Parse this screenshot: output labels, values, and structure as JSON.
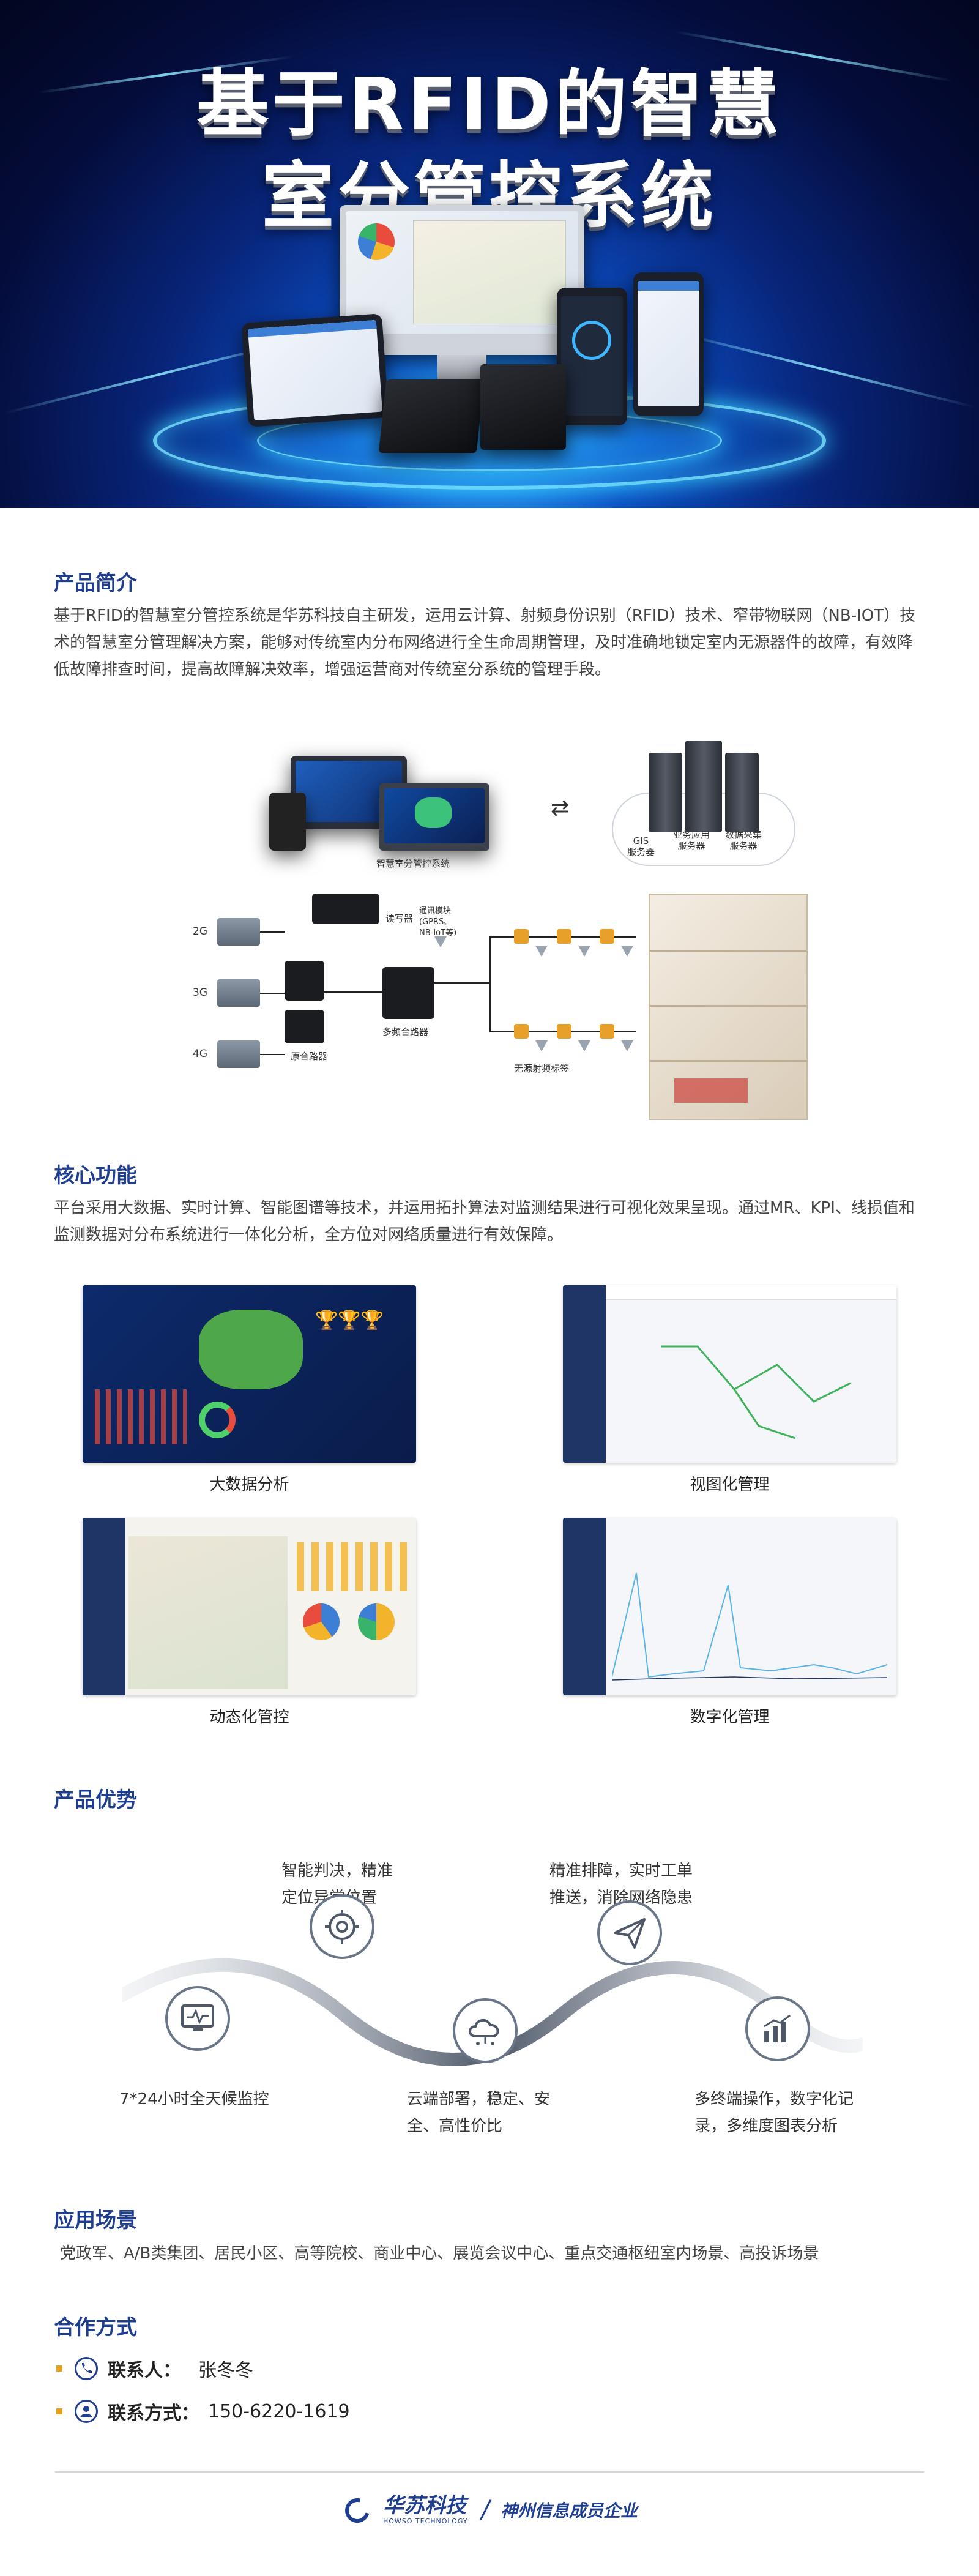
{
  "hero": {
    "title_line1": "基于RFID的智慧",
    "title_line2": "室分管控系统"
  },
  "intro": {
    "heading": "产品简介",
    "body": "基于RFID的智慧室分管控系统是华苏科技自主研发，运用云计算、射频身份识别（RFID）技术、窄带物联网（NB-IOT）技术的智慧室分管理解决方案，能够对传统室内分布网络进行全生命周期管理，及时准确地锁定室内无源器件的故障，有效降低故障排查时间，提高故障解决效率，增强运营商对传统室分系统的管理手段。"
  },
  "diagram": {
    "system_label": "智慧室分管控系统",
    "server_gis": "GIS\n服务器",
    "server_app": "业务应用\n服务器",
    "server_data": "数据采集\n服务器",
    "reader_label": "读写器",
    "comm_label": "通讯模块\n(GPRS、\nNB-IoT等)",
    "band_2g": "2G",
    "band_3g": "3G",
    "band_4g": "4G",
    "combiner_label": "原合路器",
    "multi_combiner_label": "多频合路器",
    "tag_label": "无源射频标签"
  },
  "core": {
    "heading": "核心功能",
    "body": "平台采用大数据、实时计算、智能图谱等技术，并运用拓扑算法对监测结果进行可视化效果呈现。通过MR、KPI、线损值和监测数据对分布系统进行一体化分析，全方位对网络质量进行有效保障。",
    "features": [
      {
        "caption": "大数据分析"
      },
      {
        "caption": "视图化管理"
      },
      {
        "caption": "动态化管控"
      },
      {
        "caption": "数字化管理"
      }
    ]
  },
  "advantages": {
    "heading": "产品优势",
    "items": [
      {
        "text": "7*24小时全天候监控",
        "icon": "monitor-icon"
      },
      {
        "text": "智能判决，精准\n定位异常位置",
        "icon": "target-icon"
      },
      {
        "text": "云端部署，稳定、安\n全、高性价比",
        "icon": "cloud-icon"
      },
      {
        "text": "精准排障，实时工单\n推送，消除网络隐患",
        "icon": "send-icon"
      },
      {
        "text": "多终端操作，数字化记\n录，多维度图表分析",
        "icon": "chart-icon"
      }
    ]
  },
  "scenarios": {
    "heading": "应用场景",
    "body": "党政军、A/B类集团、居民小区、高等院校、商业中心、展览会议中心、重点交通枢纽室内场景、高投诉场景"
  },
  "cooperation": {
    "heading": "合作方式",
    "contact_label": "联系人：",
    "contact_name": "张冬冬",
    "phone_label": "联系方式：",
    "phone_value": "150-6220-1619"
  },
  "footer": {
    "brand_cn": "华苏科技",
    "brand_en": "HOWSO TECHNOLOGY",
    "slogan": "神州信息成员企业"
  },
  "colors": {
    "heading": "#1f3e8f",
    "accent": "#e6a21c",
    "wave": "#6a7688"
  }
}
